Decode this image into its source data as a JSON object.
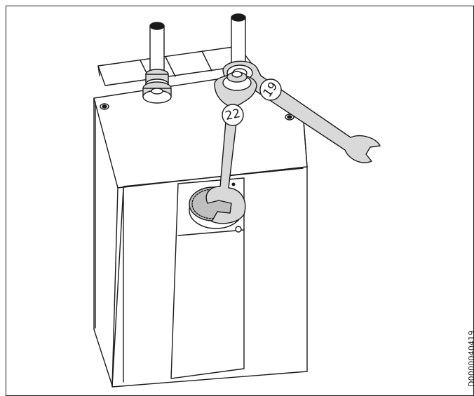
{
  "figure": {
    "document_id": "D0000040419",
    "wrench_small_size": "19",
    "wrench_large_size": "22",
    "colors": {
      "line": "#1a1a1a",
      "fill_light": "#ffffff",
      "fill_grey": "#d9d9d9",
      "fill_mid": "#bfbfbf"
    }
  }
}
